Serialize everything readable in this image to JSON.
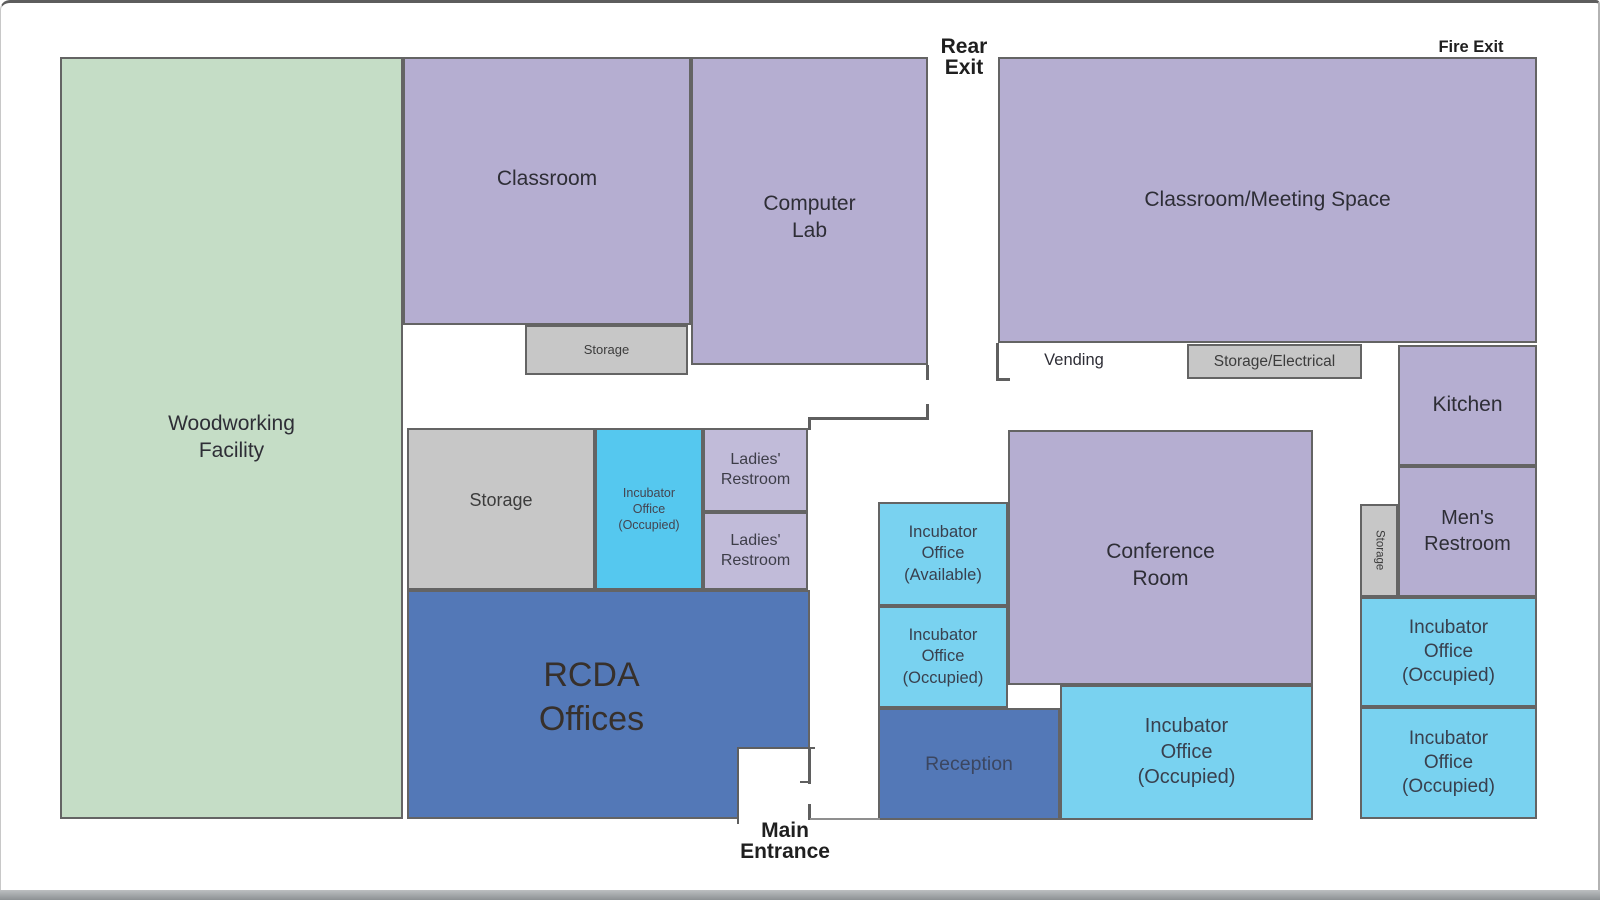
{
  "colors": {
    "room_green": "#c5ddc6",
    "room_purple": "#b5aed1",
    "room_purple_light": "#c1bbd9",
    "room_gray": "#c7c7c7",
    "room_cyan": "#79d2f0",
    "room_cyan_bright": "#55c8ef",
    "room_blue": "#5378b7",
    "wall": "#5f5f5f"
  },
  "rooms": {
    "woodworking": {
      "label": "Woodworking\nFacility"
    },
    "classroom": {
      "label": "Classroom"
    },
    "classroom_storage": {
      "label": "Storage"
    },
    "computer_lab": {
      "label": "Computer\nLab"
    },
    "meeting_space": {
      "label": "Classroom/Meeting Space"
    },
    "storage_electrical": {
      "label": "Storage/Electrical"
    },
    "kitchen": {
      "label": "Kitchen"
    },
    "mens_restroom": {
      "label": "Men's\nRestroom"
    },
    "storage_vertical": {
      "label": "Storage"
    },
    "incubator_right_1": {
      "label": "Incubator\nOffice\n(Occupied)"
    },
    "incubator_right_2": {
      "label": "Incubator\nOffice\n(Occupied)"
    },
    "storage_left": {
      "label": "Storage"
    },
    "incubator_left": {
      "label": "Incubator\nOffice\n(Occupied)"
    },
    "ladies_restroom_1": {
      "label": "Ladies'\nRestroom"
    },
    "ladies_restroom_2": {
      "label": "Ladies'\nRestroom"
    },
    "rcda_offices": {
      "label": "RCDA\nOffices"
    },
    "incubator_available": {
      "label": "Incubator\nOffice\n(Available)"
    },
    "incubator_middle": {
      "label": "Incubator\nOffice\n(Occupied)"
    },
    "reception": {
      "label": "Reception"
    },
    "conference_room": {
      "label": "Conference\nRoom"
    },
    "incubator_large": {
      "label": "Incubator\nOffice\n(Occupied)"
    }
  },
  "labels": {
    "vending": "Vending",
    "rear_exit": "Rear\nExit",
    "fire_exit": "Fire Exit",
    "main_entrance": "Main\nEntrance"
  }
}
